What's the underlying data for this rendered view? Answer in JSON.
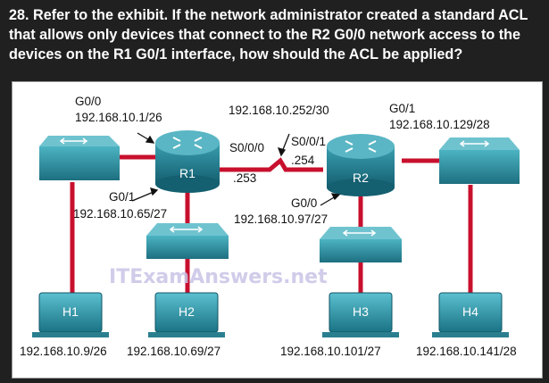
{
  "question": {
    "text": "28. Refer to the exhibit. If the network administrator created a standard ACL that allows only devices that connect to the R2 G0/0 network access to the devices on the R1 G0/1 interface, how should the ACL be applied?"
  },
  "exhibit": {
    "watermark": "ITExamAnswers.net",
    "routers": [
      {
        "label": "R1"
      },
      {
        "label": "R2"
      }
    ],
    "hosts": [
      {
        "label": "H1",
        "ip": "192.168.10.9/26"
      },
      {
        "label": "H2",
        "ip": "192.168.10.69/27"
      },
      {
        "label": "H3",
        "ip": "192.168.10.101/27"
      },
      {
        "label": "H4",
        "ip": "192.168.10.141/28"
      }
    ],
    "interfaces": {
      "r1_g00_name": "G0/0",
      "r1_g00_ip": "192.168.10.1/26",
      "serial_net": "192.168.10.252/30",
      "r1_s000_name": "S0/0/0",
      "r1_s000_host": ".253",
      "r2_s001_name": "S0/0/1",
      "r2_s001_host": ".254",
      "r2_g01_name": "G0/1",
      "r2_g01_ip": "192.168.10.129/28",
      "r1_g01_name": "G0/1",
      "r1_g01_ip": "192.168.10.65/27",
      "r2_g00_name": "G0/0",
      "r2_g00_ip": "192.168.10.97/27"
    },
    "colors": {
      "link": "#c8102e",
      "device": "#1f7d8e",
      "device_top": "#3fa6b6"
    }
  }
}
